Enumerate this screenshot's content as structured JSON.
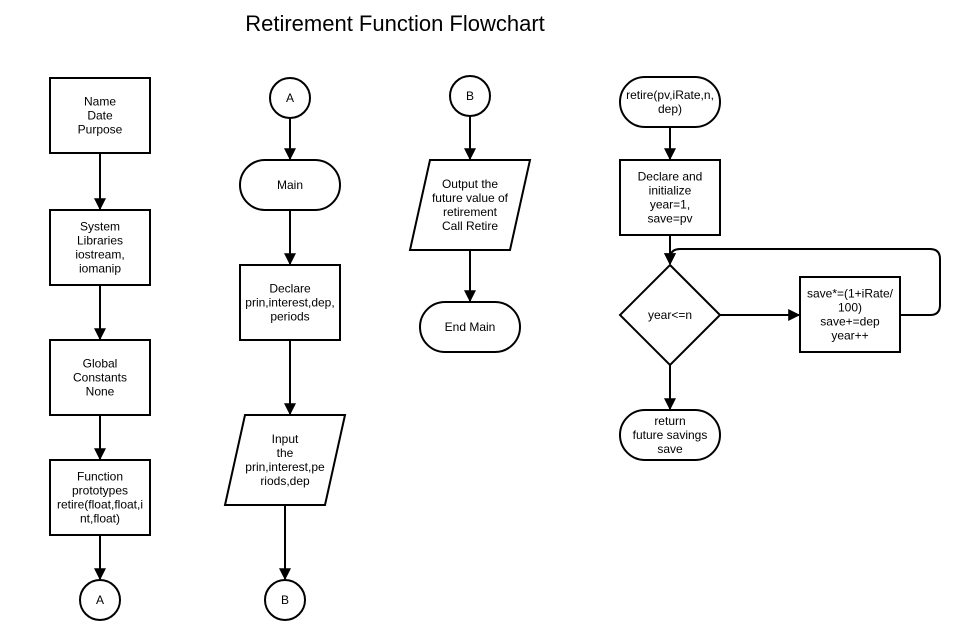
{
  "title": "Retirement Function  Flowchart",
  "nodes": {
    "name_block": [
      "Name",
      "Date",
      "Purpose"
    ],
    "system_libraries": [
      "System",
      "Libraries",
      "iostream,",
      "iomanip"
    ],
    "global_constants": [
      "Global",
      "Constants",
      "None"
    ],
    "function_prototypes": [
      "Function",
      "prototypes",
      "retire(float,float,i",
      "nt,float)"
    ],
    "connector_a_bottom": [
      "A"
    ],
    "connector_a_top": [
      "A"
    ],
    "main": [
      "Main"
    ],
    "declare_vars": [
      "Declare",
      "prin,interest,dep,",
      "periods"
    ],
    "input_vars": [
      "Input",
      "the",
      "prin,interest,pe",
      "riods,dep"
    ],
    "connector_b_bottom": [
      "B"
    ],
    "connector_b_top": [
      "B"
    ],
    "output_future_value": [
      "Output the",
      "future value of",
      "retirement",
      "Call Retire"
    ],
    "end_main": [
      "End Main"
    ],
    "retire_start": [
      "retire(pv,iRate,n,",
      "dep)"
    ],
    "declare_initialize": [
      "Declare and",
      "initialize",
      "year=1,",
      "save=pv"
    ],
    "year_condition": [
      "year<=n"
    ],
    "loop_body": [
      "save*=(1+iRate/",
      "100)",
      "save+=dep",
      "year++"
    ],
    "return_savings": [
      "return",
      "future savings",
      "save"
    ]
  }
}
